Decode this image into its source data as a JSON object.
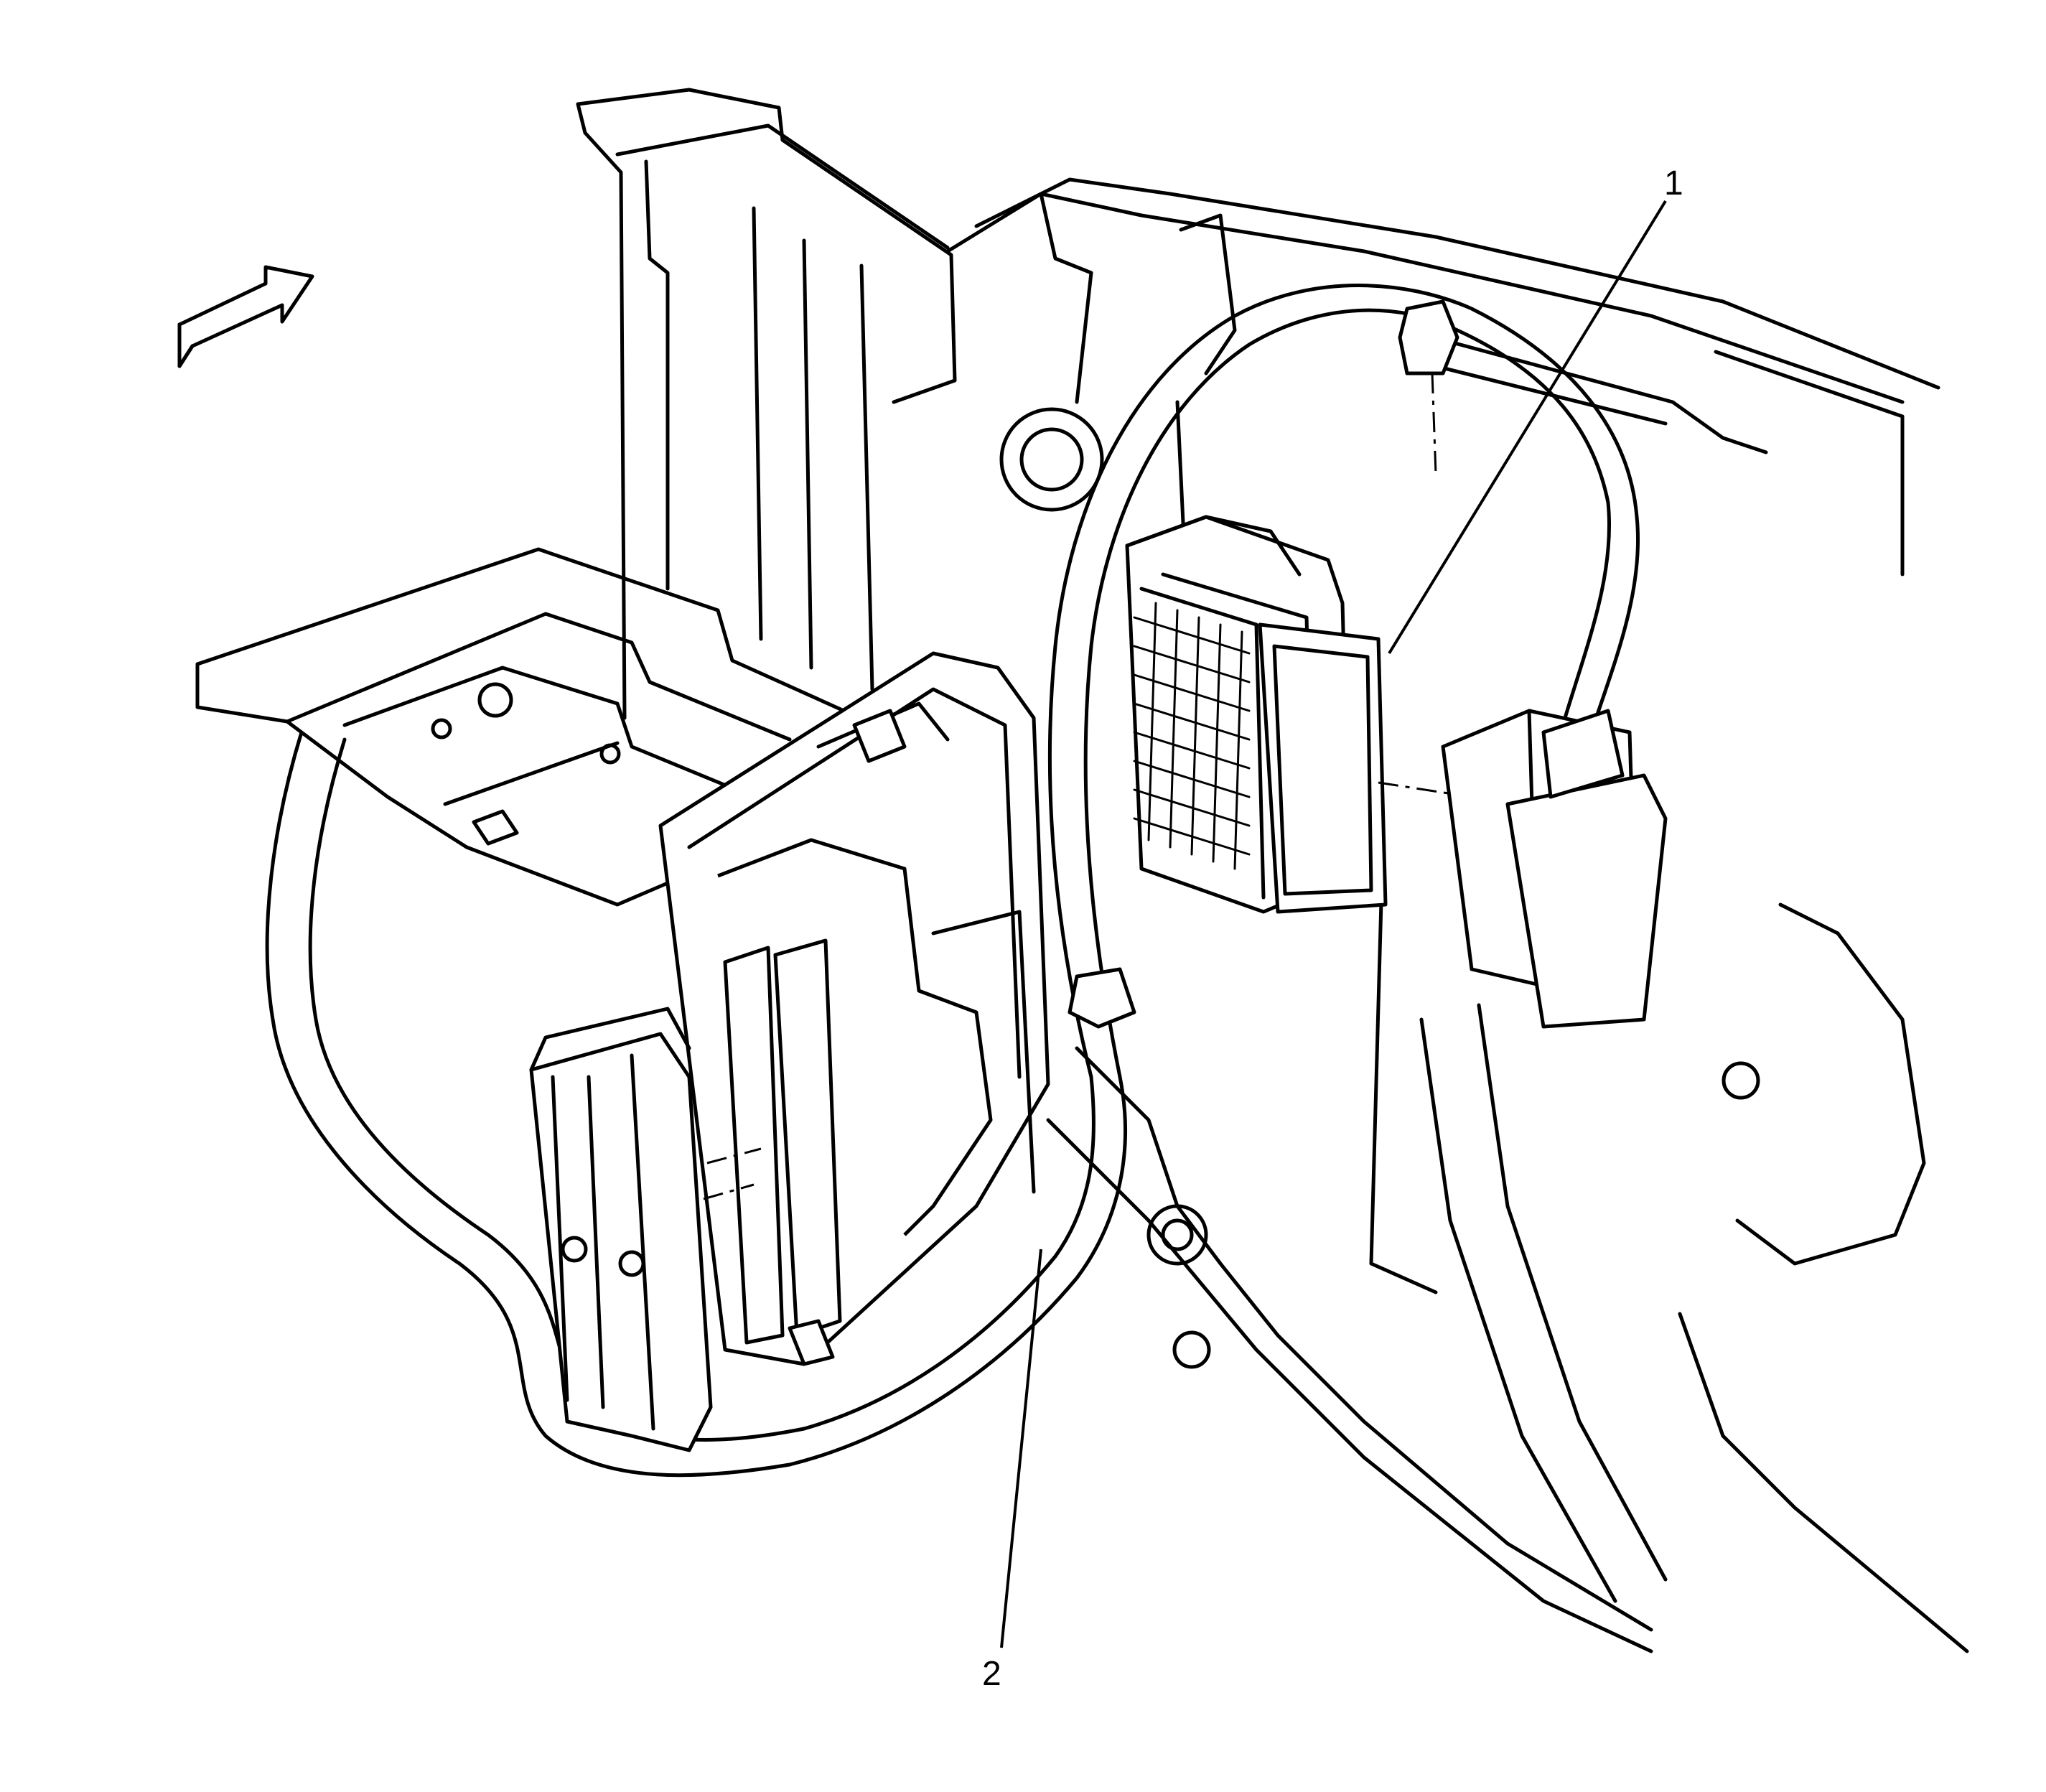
{
  "callouts": [
    {
      "id": "1",
      "label": "1"
    },
    {
      "id": "2",
      "label": "2"
    }
  ],
  "icons": {
    "direction_arrow": "forward-direction-arrow-icon"
  },
  "colors": {
    "line": "#000000",
    "background": "#ffffff"
  }
}
